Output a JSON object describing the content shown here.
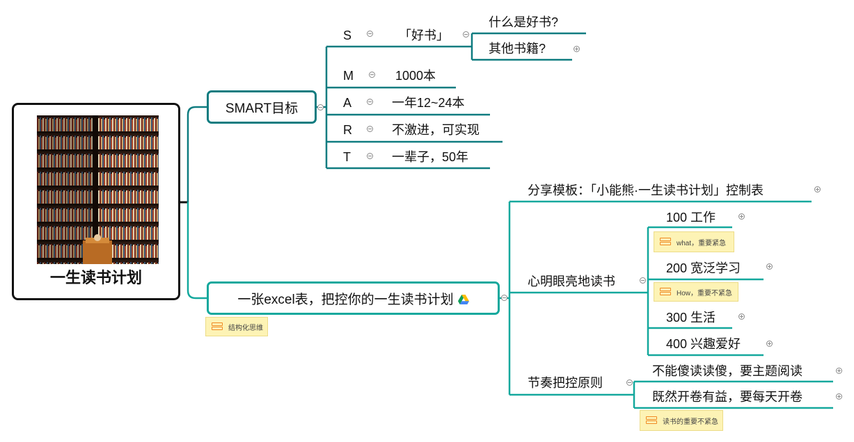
{
  "root": {
    "title": "一生读书计划"
  },
  "branch_smart": {
    "label": "SMART目标",
    "items": [
      {
        "letter": "S",
        "value": "「好书」",
        "children": [
          "什么是好书?",
          "其他书籍?"
        ]
      },
      {
        "letter": "M",
        "value": "1000本"
      },
      {
        "letter": "A",
        "value": "一年12~24本"
      },
      {
        "letter": "R",
        "value": "不激进，可实现"
      },
      {
        "letter": "T",
        "value": "一辈子，50年"
      }
    ]
  },
  "branch_excel": {
    "label": "一张excel表，把控你的一生读书计划",
    "note": "结构化思维",
    "template": "分享模板：「小能熊·一生读书计划」控制表",
    "mindful": {
      "label": "心明眼亮地读书",
      "items": [
        {
          "label": "100 工作",
          "note": "what，重要紧急"
        },
        {
          "label": "200 宽泛学习",
          "note": "How，重要不紧急"
        },
        {
          "label": "300 生活"
        },
        {
          "label": "400 兴趣爱好"
        }
      ]
    },
    "rhythm": {
      "label": "节奏把控原则",
      "items": [
        "不能傻读读傻，要主题阅读",
        "既然开卷有益，要每天开卷"
      ],
      "note": "读书的重要不紧急"
    }
  },
  "colors": {
    "dark_teal": "#0f7c80",
    "teal": "#14a89d",
    "note_bg": "#fdf3b5",
    "note_icon": "#f08a24"
  },
  "icons": [
    "google-drive-icon",
    "note-icon",
    "collapse-toggle-icon",
    "expand-toggle-icon"
  ]
}
